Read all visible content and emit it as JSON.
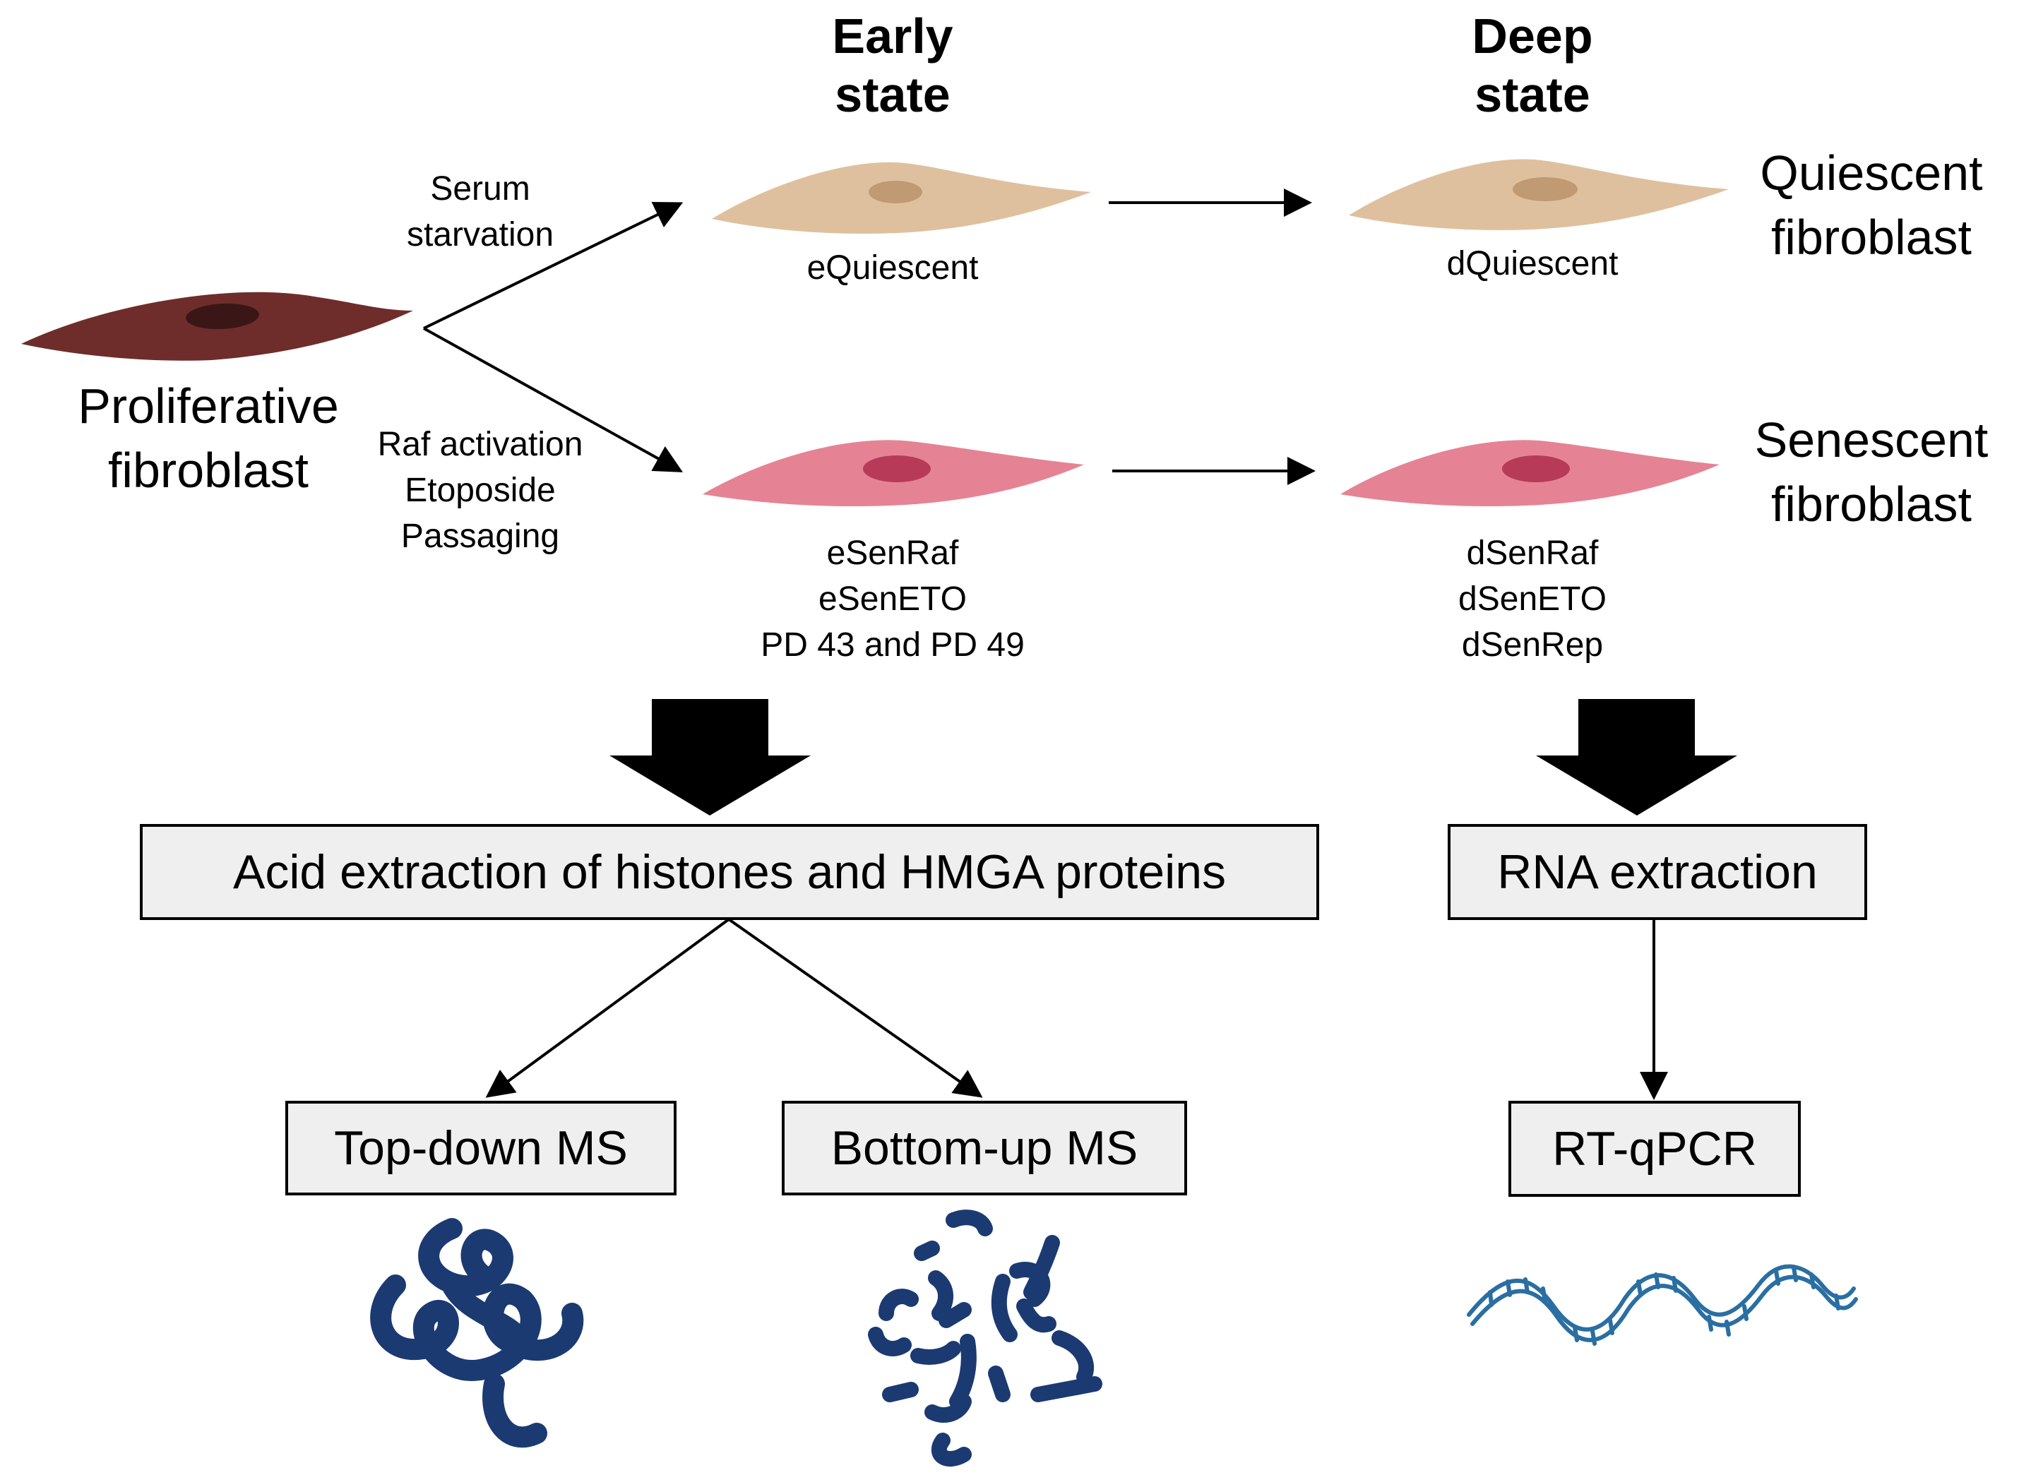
{
  "columns": {
    "early_line1": "Early",
    "early_line2": "state",
    "deep_line1": "Deep",
    "deep_line2": "state"
  },
  "proliferative": {
    "line1": "Proliferative",
    "line2": "fibroblast"
  },
  "quiescent_side": {
    "line1": "Quiescent",
    "line2": "fibroblast"
  },
  "senescent_side": {
    "line1": "Senescent",
    "line2": "fibroblast"
  },
  "branch_top": {
    "line1": "Serum",
    "line2": "starvation"
  },
  "branch_bottom": {
    "line1": "Raf activation",
    "line2": "Etoposide",
    "line3": "Passaging"
  },
  "cells": {
    "equiescent": "eQuiescent",
    "dquiescent": "dQuiescent",
    "early_senescent": [
      "eSenRaf",
      "eSenETO",
      "PD 43 and PD 49"
    ],
    "deep_senescent": [
      "dSenRaf",
      "dSenETO",
      "dSenRep"
    ]
  },
  "boxes": {
    "acid": "Acid extraction of histones and HMGA proteins",
    "rna": "RNA extraction",
    "topdown": "Top-down MS",
    "bottomup": "Bottom-up MS",
    "rtqpcr": "RT-qPCR"
  },
  "colors": {
    "proliferative_cell": "#6e2d2b",
    "quiescent_cell": "#dfc09e",
    "senescent_cell": "#e58394",
    "protein": "#1b3a72",
    "rna": "#2a6ea2",
    "box_fill": "#efefef"
  },
  "icons": [
    "protein-intact-icon",
    "peptide-fragments-icon",
    "rna-strand-icon"
  ]
}
